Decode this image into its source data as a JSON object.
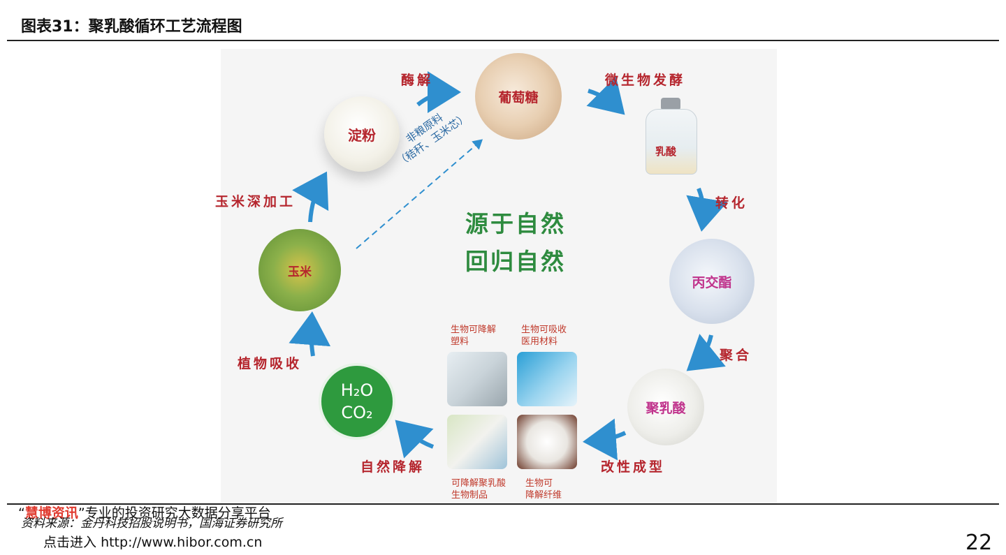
{
  "figure": {
    "title": "图表31：聚乳酸循环工艺流程图",
    "source": "资料来源：金丹科技招股说明书，国海证券研究所",
    "page_number": "22"
  },
  "watermark": {
    "quote_open": "“",
    "brand": "慧博资讯",
    "quote_close": "”",
    "text": "专业的投资研究大数据分享平台",
    "line2_prefix": "点击进入",
    "line2_url": "http://www.hibor.com.cn"
  },
  "nodes": {
    "starch": "淀粉",
    "glucose": "葡萄糖",
    "lactic_acid": "乳酸",
    "lactide": "丙交酯",
    "pla": "聚乳酸",
    "water": "H₂O",
    "co2": "CO₂",
    "corn": "玉米"
  },
  "steps": {
    "enzymolysis": "酶解",
    "fermentation": "微生物发酵",
    "conversion": "转化",
    "polymerization": "聚合",
    "modification": "改性成型",
    "degradation": "自然降解",
    "plant_absorb": "植物吸收",
    "corn_processing": "玉米深加工"
  },
  "dashed_path": {
    "line1": "非粮原料",
    "line2": "（秸秆、玉米芯）"
  },
  "slogan": {
    "line1": "源于自然",
    "line2": "回归自然"
  },
  "products": [
    {
      "caption_1": "生物可降解",
      "caption_2": "塑料"
    },
    {
      "caption_1": "生物可吸收",
      "caption_2": "医用材料"
    },
    {
      "caption_1": "可降解聚乳酸",
      "caption_2": "生物制品"
    },
    {
      "caption_1": "生物可",
      "caption_2": "降解纤维"
    }
  ],
  "colors": {
    "arrow": "#2f8fcf",
    "step_label": "#b5252d",
    "slogan": "#2e8b3f",
    "node_label": "#b5252d",
    "lactide_label": "#c0338c",
    "co2_circle": "#2e9a3e"
  }
}
